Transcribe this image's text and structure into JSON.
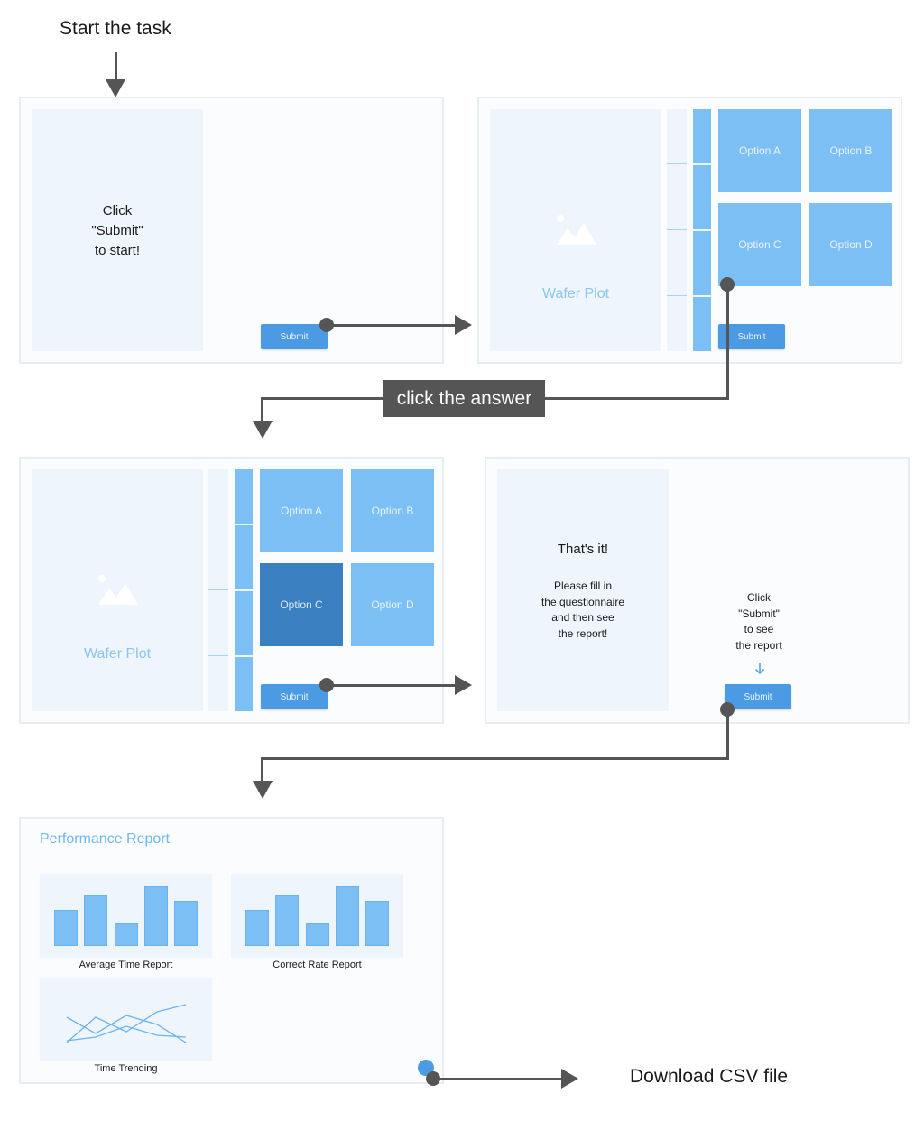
{
  "labels": {
    "start": "Start the task",
    "click_answer": "click the answer",
    "download": "Download CSV file"
  },
  "screen1": {
    "instruction": "Click\n\"Submit\"\nto start!",
    "submit": "Submit"
  },
  "screen2": {
    "wafer": "Wafer Plot",
    "options": [
      "Option A",
      "Option B",
      "Option C",
      "Option D"
    ],
    "submit": "Submit"
  },
  "screen3": {
    "wafer": "Wafer Plot",
    "options": [
      "Option A",
      "Option B",
      "Option C",
      "Option D"
    ],
    "selected": "Option C",
    "submit": "Submit"
  },
  "screen4": {
    "heading": "That's it!",
    "body": "Please fill in\nthe questionnaire\nand then see\nthe report!",
    "side_note": "Click\n\"Submit\"\nto see\nthe report",
    "arrow_icon": "arrow-down-icon",
    "submit": "Submit"
  },
  "report": {
    "title": "Performance Report",
    "cards": [
      {
        "caption": "Average Time Report",
        "bars": [
          0.55,
          0.78,
          0.35,
          0.92,
          0.7
        ]
      },
      {
        "caption": "Correct Rate Report",
        "bars": [
          0.55,
          0.78,
          0.35,
          0.92,
          0.7
        ]
      },
      {
        "caption": "Time Trending"
      }
    ]
  },
  "colors": {
    "accent": "#4a9be3",
    "option": "#7bbff5",
    "option_selected": "#3a80c0",
    "connector": "#555555"
  }
}
